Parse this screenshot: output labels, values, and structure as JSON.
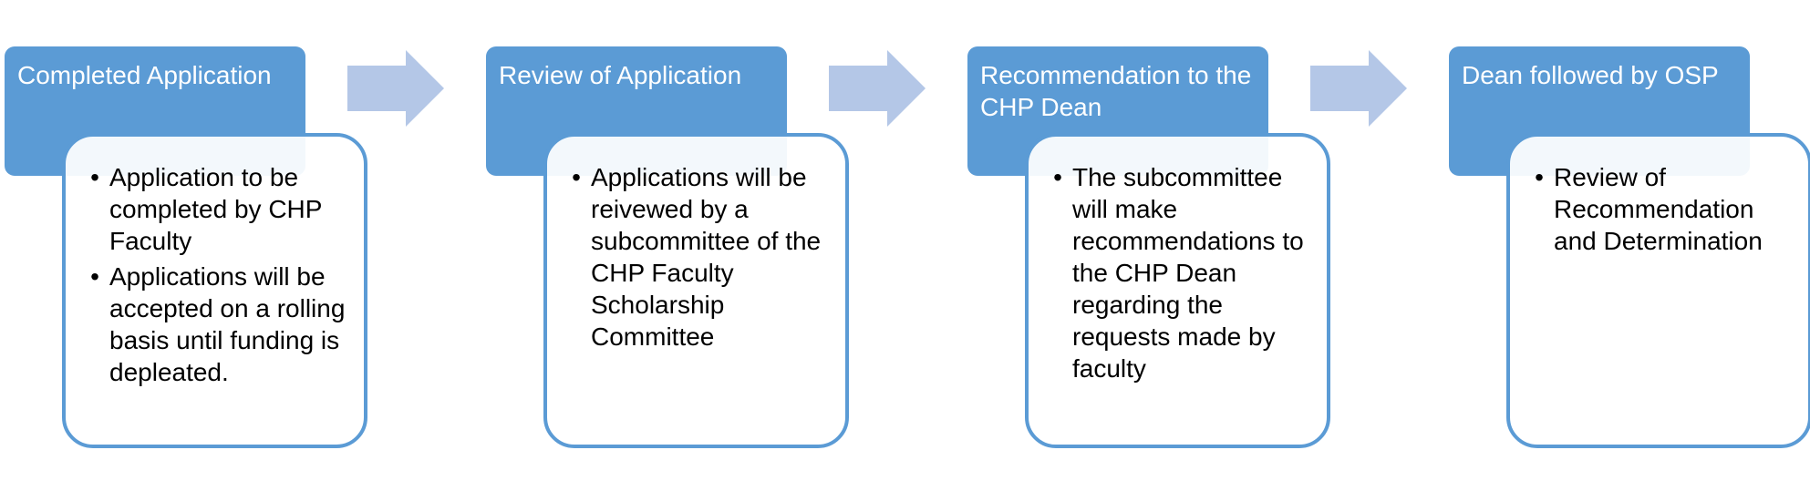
{
  "colors": {
    "header_fill": "#5b9bd5",
    "card_border": "#5b9bd5",
    "arrow_fill": "#b4c7e7",
    "header_text": "#ffffff",
    "body_text": "#000000"
  },
  "bullet_glyph": "•",
  "steps": [
    {
      "header": "Completed Application",
      "bullets": [
        "Application to be completed by CHP Faculty",
        "Applications will be accepted on a rolling basis until funding is depleated."
      ]
    },
    {
      "header": "Review of Application",
      "bullets": [
        "Applications will be reivewed by a subcommittee of the CHP Faculty Scholarship Committee"
      ]
    },
    {
      "header": "Recommendation to the CHP Dean",
      "bullets": [
        "The subcommittee will make recommendations to the CHP Dean regarding the requests made by faculty"
      ]
    },
    {
      "header": "Dean followed by OSP",
      "bullets": [
        "Review of Recommendation and Determination"
      ]
    }
  ]
}
